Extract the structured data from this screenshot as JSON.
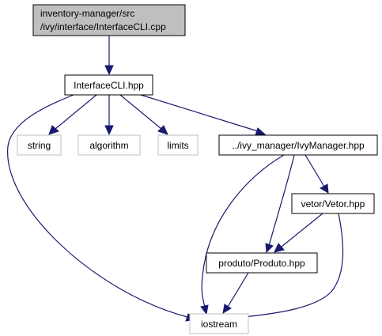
{
  "graph": {
    "colors": {
      "edge": "#191970",
      "root_fill": "#bfbfbf",
      "system_border": "#bfbfbf"
    },
    "nodes": {
      "root": {
        "line1": "inventory-manager/src",
        "line2": "/ivy/interface/InterfaceCLI.cpp"
      },
      "interface_hpp": {
        "label": "InterfaceCLI.hpp"
      },
      "string": {
        "label": "string"
      },
      "algorithm": {
        "label": "algorithm"
      },
      "limits": {
        "label": "limits"
      },
      "ivymanager_hpp": {
        "label": "../ivy_manager/IvyManager.hpp"
      },
      "vetor_hpp": {
        "label": "vetor/Vetor.hpp"
      },
      "produto_hpp": {
        "label": "produto/Produto.hpp"
      },
      "iostream": {
        "label": "iostream"
      }
    },
    "edges": [
      {
        "from": "root",
        "to": "interface_hpp"
      },
      {
        "from": "interface_hpp",
        "to": "string"
      },
      {
        "from": "interface_hpp",
        "to": "algorithm"
      },
      {
        "from": "interface_hpp",
        "to": "limits"
      },
      {
        "from": "interface_hpp",
        "to": "ivymanager_hpp"
      },
      {
        "from": "interface_hpp",
        "to": "iostream"
      },
      {
        "from": "ivymanager_hpp",
        "to": "vetor_hpp"
      },
      {
        "from": "ivymanager_hpp",
        "to": "produto_hpp"
      },
      {
        "from": "ivymanager_hpp",
        "to": "iostream"
      },
      {
        "from": "vetor_hpp",
        "to": "produto_hpp"
      },
      {
        "from": "vetor_hpp",
        "to": "iostream"
      },
      {
        "from": "produto_hpp",
        "to": "iostream"
      }
    ]
  }
}
